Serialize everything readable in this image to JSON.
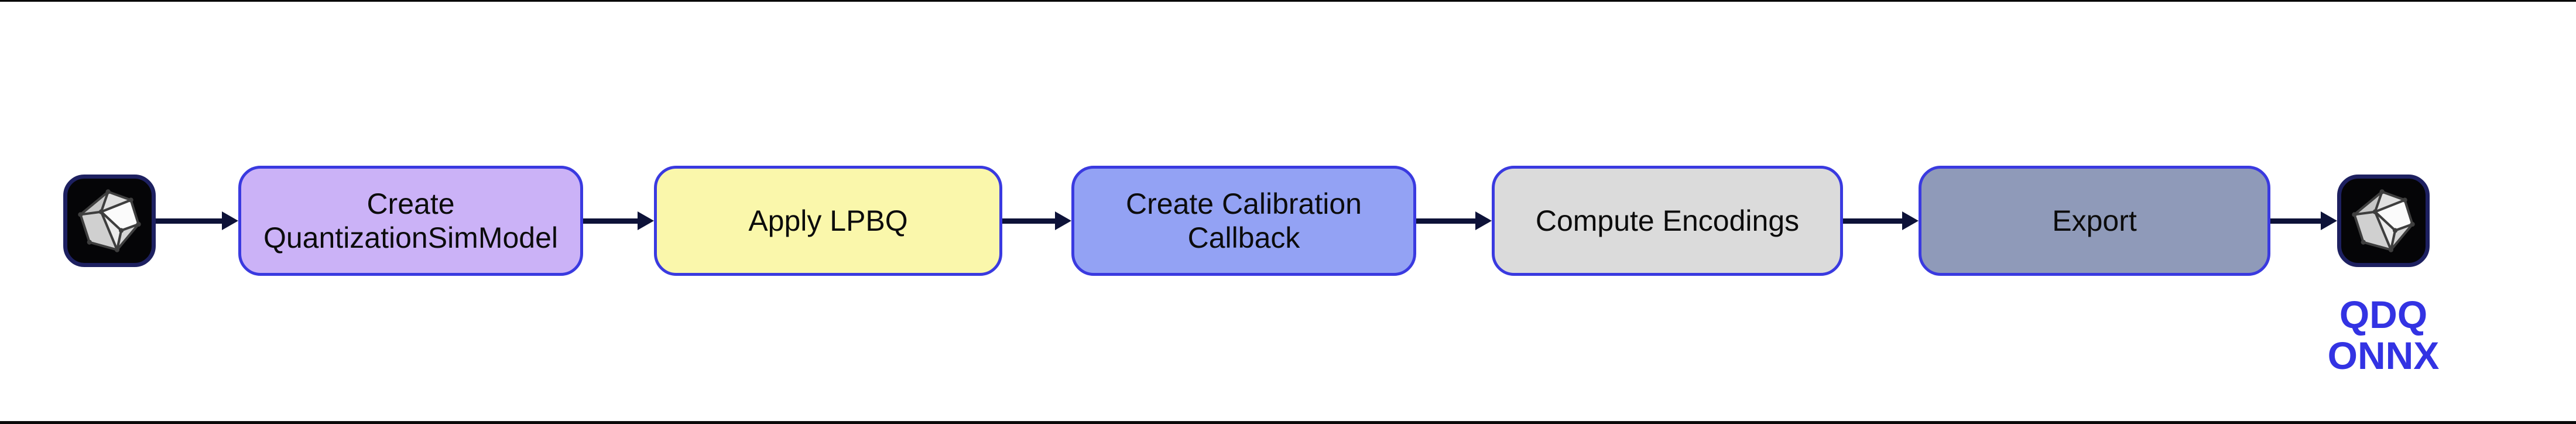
{
  "page": {
    "background": "#ffffff",
    "rule_color": "#0a0a0a"
  },
  "flow": {
    "text_color": "#0c0c0c",
    "arrow_color": "#0d1238",
    "box_border_color": "#3a3ae0",
    "icon_bg": "#050507",
    "icon_border": "#1d2060",
    "icons": {
      "onnx_logo": "icosahedron-wireframe"
    },
    "steps": [
      {
        "label": "Create QuantizationSimModel",
        "fill": "#cbb2f7"
      },
      {
        "label": "Apply LPBQ",
        "fill": "#faf7ab"
      },
      {
        "label": "Create Calibration Callback",
        "fill": "#93a2f4"
      },
      {
        "label": "Compute Encodings",
        "fill": "#dbdbdb"
      },
      {
        "label": "Export",
        "fill": "#8f9ab9"
      }
    ],
    "output": {
      "label_line1": "QDQ",
      "label_line2": "ONNX",
      "label_color": "#3333e3"
    }
  }
}
